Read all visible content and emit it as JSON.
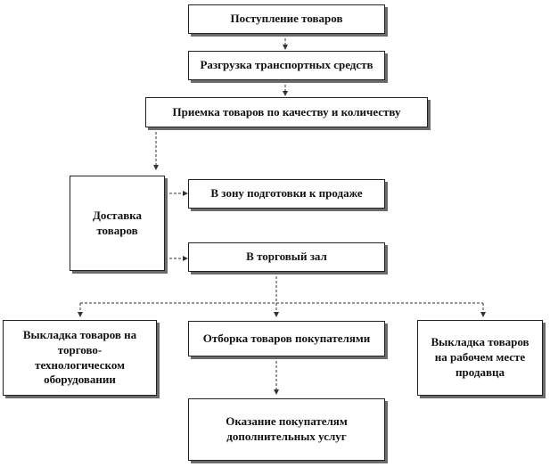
{
  "nodes": {
    "receipt": "Поступление товаров",
    "unloading": "Разгрузка транспортных средств",
    "acceptance": "Приемка товаров по качеству и количеству",
    "delivery_line1": "Доставка",
    "delivery_line2": "товаров",
    "prep_zone": "В зону подготовки к продаже",
    "sales_hall": "В торговый зал",
    "layout_equipment_line1": "Выкладка товаров на",
    "layout_equipment_line2": "торгово-",
    "layout_equipment_line3": "технологическом",
    "layout_equipment_line4": "оборудовании",
    "selection": "Отборка товаров покупателями",
    "layout_workplace_line1": "Выкладка товаров",
    "layout_workplace_line2": "на рабочем месте",
    "layout_workplace_line3": "продавца",
    "services_line1": "Оказание покупателям",
    "services_line2": "дополнительных услуг"
  },
  "colors": {
    "border": "#222222",
    "shadow": "#6b6b6b",
    "connector": "#333333"
  },
  "connector_style": "dashed"
}
